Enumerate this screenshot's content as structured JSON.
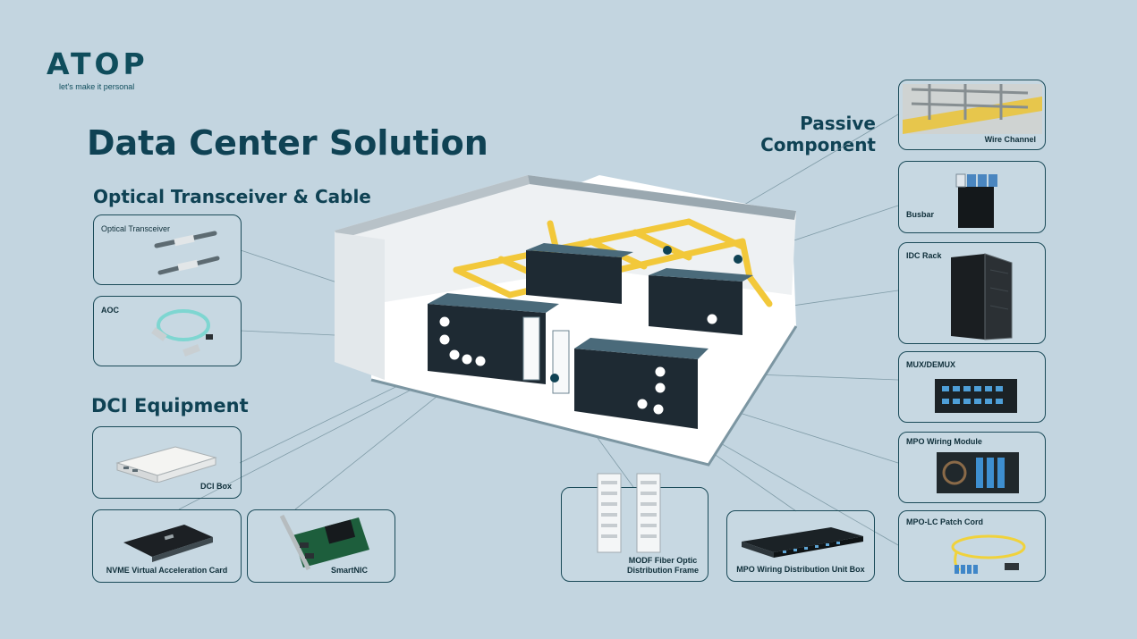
{
  "brand": {
    "logo": "ATOP",
    "tagline": "let's make it personal"
  },
  "page_title": "Data Center Solution",
  "sections": {
    "optical": "Optical Transceiver & Cable",
    "dci": "DCI Equipment",
    "passive_line1": "Passive",
    "passive_line2": "Component"
  },
  "cards": {
    "optical_transceiver": "Optical Transceiver",
    "aoc": "AOC",
    "dci_box": "DCI Box",
    "nvme": "NVME Virtual Acceleration Card",
    "smartnic": "SmartNIC",
    "modf_line1": "MODF Fiber Optic",
    "modf_line2": "Distribution Frame",
    "mpo_box": "MPO Wiring Distribution Unit Box",
    "wire_channel": "Wire Channel",
    "busbar": "Busbar",
    "idc_rack": "IDC Rack",
    "mux_demux": "MUX/DEMUX",
    "mpo_module": "MPO Wiring Module",
    "mpo_lc": "MPO-LC Patch Cord"
  },
  "colors": {
    "background": "#c3d5e0",
    "heading": "#0f4254",
    "cable_tray": "#f2c83a",
    "rack": "#1e2a33",
    "marker_dark": "#0f4254"
  }
}
